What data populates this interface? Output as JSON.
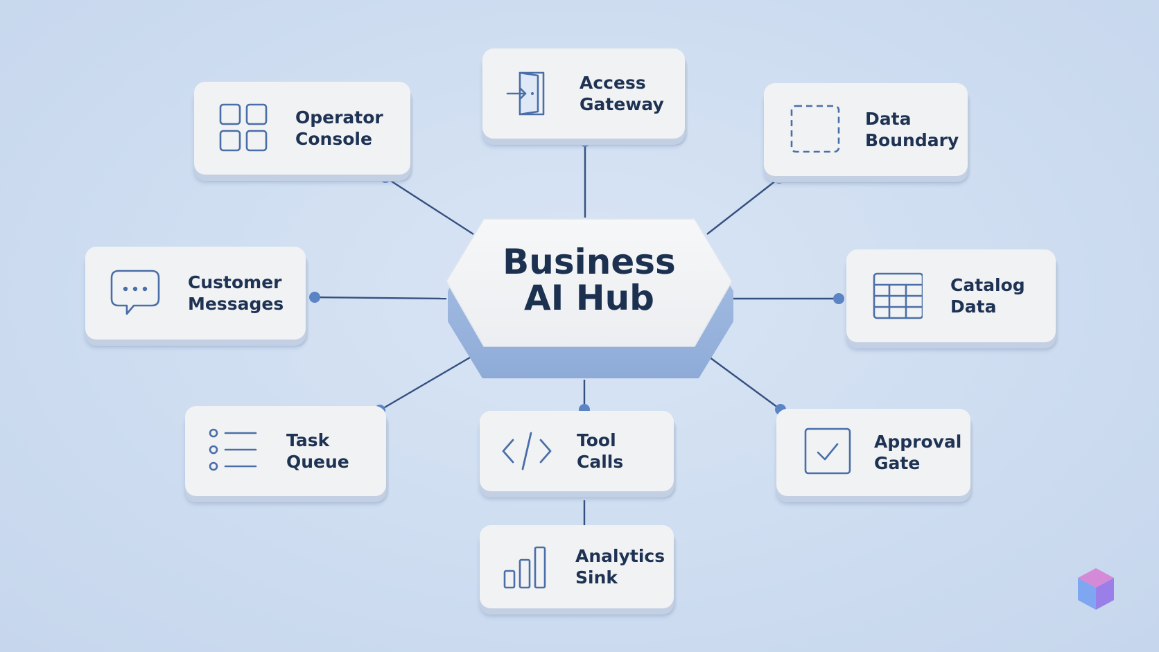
{
  "hub": {
    "title_line1": "Business",
    "title_line2": "AI Hub"
  },
  "nodes": [
    {
      "id": "operator-console",
      "line1": "Operator",
      "line2": "Console",
      "icon": "grid-icon"
    },
    {
      "id": "access-gateway",
      "line1": "Access",
      "line2": "Gateway",
      "icon": "door-enter-icon"
    },
    {
      "id": "data-boundary",
      "line1": "Data",
      "line2": "Boundary",
      "icon": "dashed-square-icon"
    },
    {
      "id": "customer-messages",
      "line1": "Customer",
      "line2": "Messages",
      "icon": "chat-bubble-icon"
    },
    {
      "id": "catalog-data",
      "line1": "Catalog",
      "line2": "Data",
      "icon": "table-icon"
    },
    {
      "id": "task-queue",
      "line1": "Task",
      "line2": "Queue",
      "icon": "list-icon"
    },
    {
      "id": "tool-calls",
      "line1": "Tool",
      "line2": "Calls",
      "icon": "code-icon"
    },
    {
      "id": "approval-gate",
      "line1": "Approval",
      "line2": "Gate",
      "icon": "checkbox-icon"
    },
    {
      "id": "analytics-sink",
      "line1": "Analytics",
      "line2": "Sink",
      "icon": "bar-chart-icon"
    }
  ],
  "colors": {
    "background": "#cddcf0",
    "card": "#f1f2f3",
    "text": "#1e3253",
    "icon": "#4a6ea8",
    "edge": "#34507e",
    "dot": "#5b84c4"
  }
}
